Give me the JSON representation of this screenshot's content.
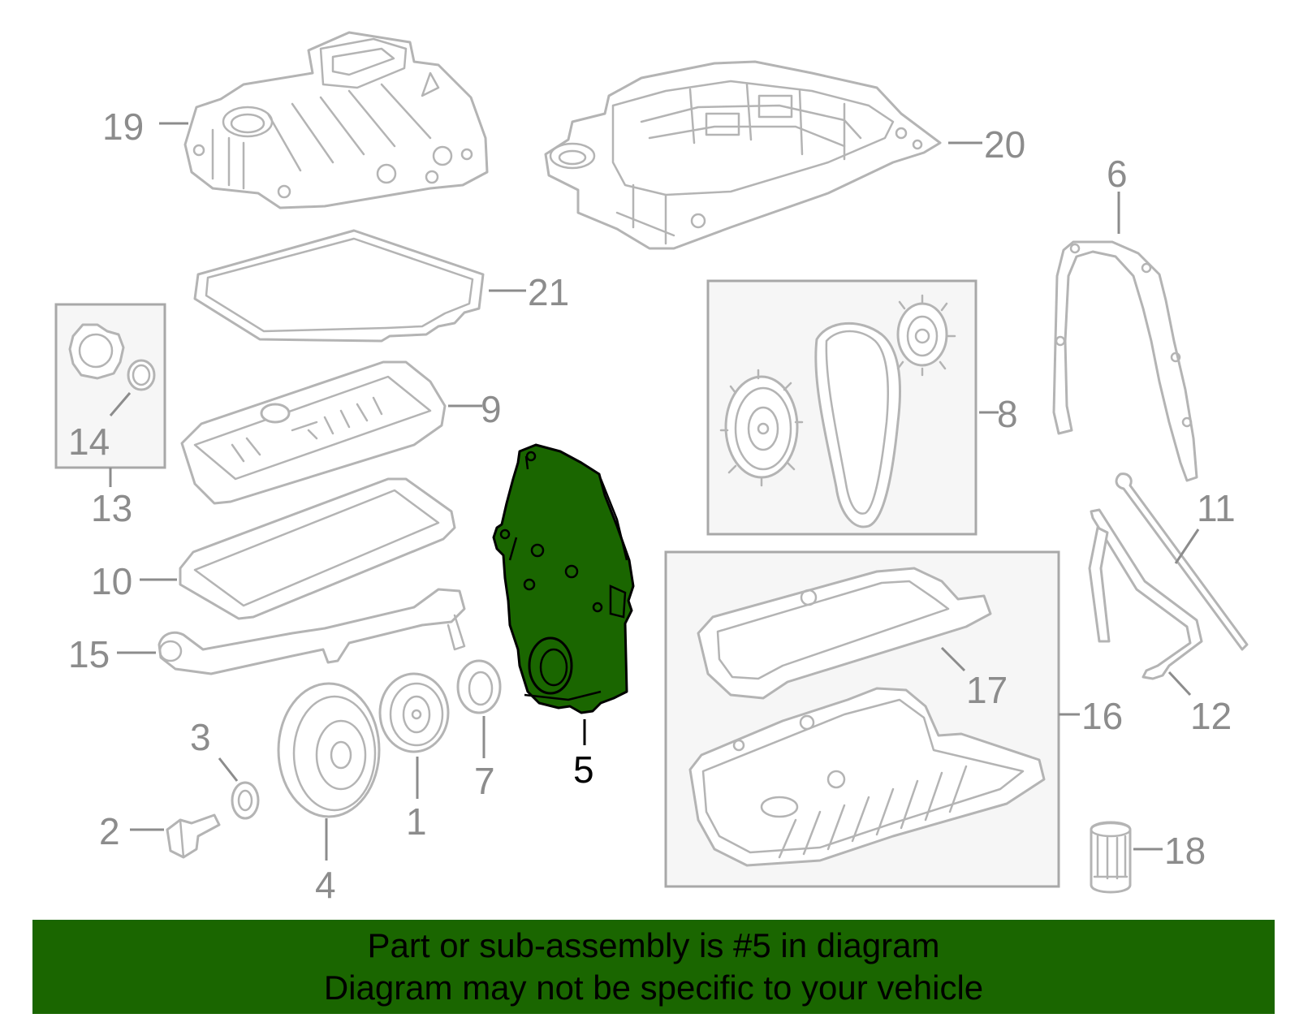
{
  "colors": {
    "highlight_fill": "#1a6600",
    "part_stroke": "#b4b4b4",
    "label_color": "#8c8c8c",
    "highlight_label_color": "#000000",
    "banner_background": "#1a6600"
  },
  "highlighted_part": "5",
  "callouts": {
    "c1": "1",
    "c2": "2",
    "c3": "3",
    "c4": "4",
    "c5": "5",
    "c6": "6",
    "c7": "7",
    "c8": "8",
    "c9": "9",
    "c10": "10",
    "c11": "11",
    "c12": "12",
    "c13": "13",
    "c14": "14",
    "c15": "15",
    "c16": "16",
    "c17": "17",
    "c18": "18",
    "c19": "19",
    "c20": "20",
    "c21": "21"
  },
  "banner": {
    "line1": "Part or sub-assembly is #5 in diagram",
    "line2": "Diagram may not be specific to your vehicle"
  }
}
